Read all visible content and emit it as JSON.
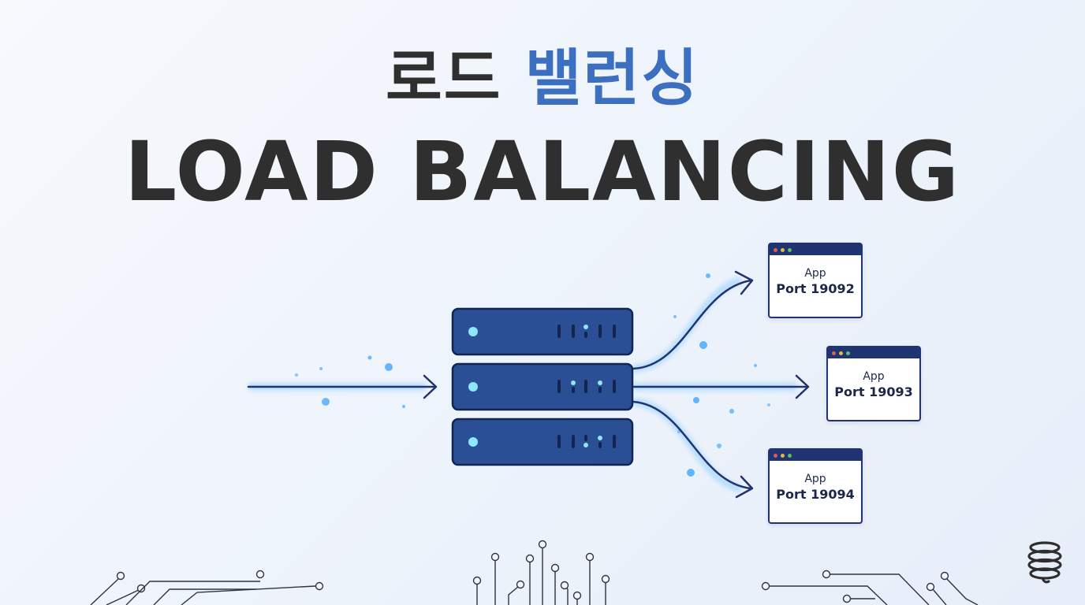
{
  "title": {
    "korean_plain": "로드 ",
    "korean_accent": "밸런싱",
    "english": "LOAD BALANCING"
  },
  "colors": {
    "text_dark": "#2f2f2f",
    "accent_blue": "#3c6fbf",
    "server_blue": "#2a4f96",
    "arrow_navy": "#1f3470",
    "led_cyan": "#8fe6ff"
  },
  "servers": [
    {
      "label": "App",
      "port": "Port 19092"
    },
    {
      "label": "App",
      "port": "Port 19093"
    },
    {
      "label": "App",
      "port": "Port 19094"
    }
  ],
  "icons": {
    "load_balancer": "server-rack-icon",
    "logo": "spring-coil-logo-icon"
  }
}
